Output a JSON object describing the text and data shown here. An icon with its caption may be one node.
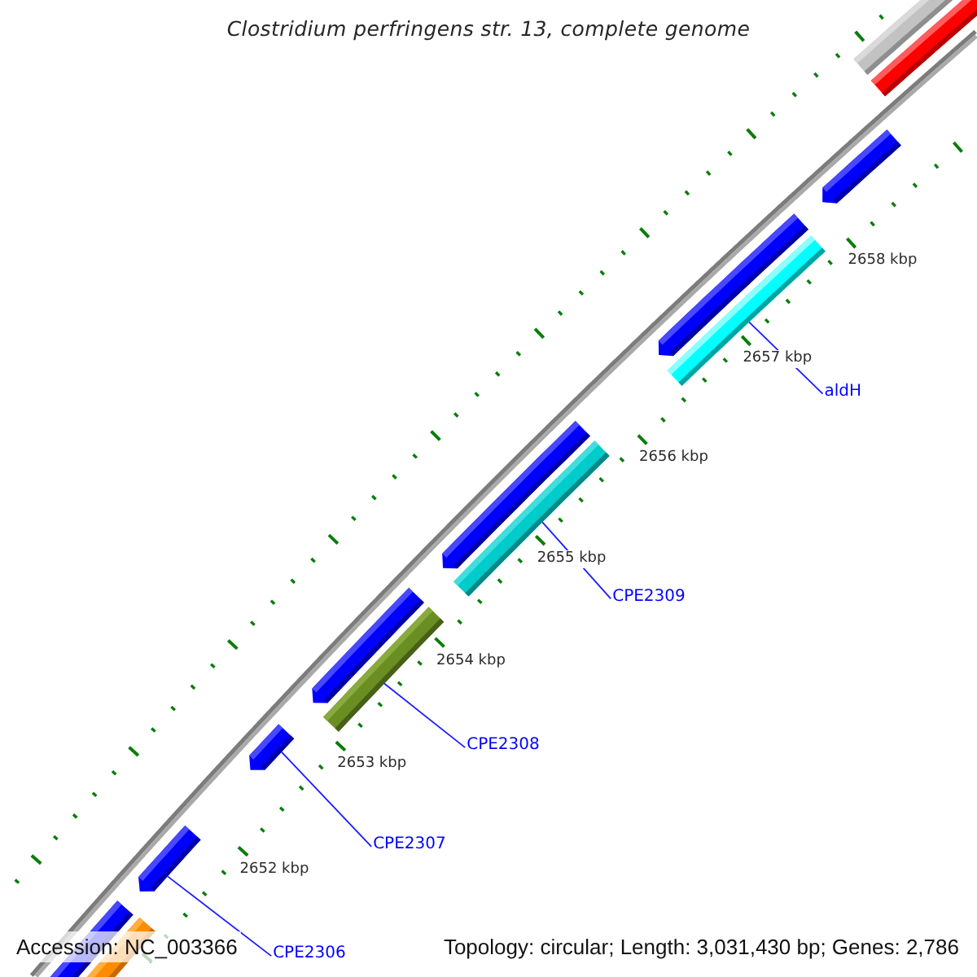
{
  "diagram": {
    "title": "Clostridium perfringens str. 13, complete genome",
    "nodes": [
      {
        "text": [],
        "shape": "bar"
      },
      {
        "text": [],
        "shape": "bar"
      },
      {
        "text": [],
        "shape": "pentagon"
      },
      {
        "text": [],
        "shape": "pentagon"
      },
      {
        "text": [],
        "shape": "bar"
      },
      {
        "text": [
          "aldH"
        ]
      },
      {
        "text": [],
        "shape": "pentagon"
      },
      {
        "text": [],
        "shape": "bar"
      },
      {
        "text": [],
        "shape": "pentagon"
      },
      {
        "text": [
          "CPE2309"
        ]
      },
      {
        "text": [],
        "shape": "bar"
      },
      {
        "text": [],
        "shape": "pentagon"
      },
      {
        "text": [
          "CPE2308"
        ]
      },
      {
        "text": [],
        "shape": "pentagon"
      },
      {
        "text": [
          "CPE2307"
        ]
      },
      {
        "text": [],
        "shape": "bar"
      },
      {
        "text": [],
        "shape": "bar"
      },
      {
        "text": [
          "CPE2306"
        ]
      }
    ],
    "edges": [
      {
        "from": 5,
        "to": 4,
        "arrow": "none"
      },
      {
        "from": 9,
        "to": 7,
        "arrow": "none"
      },
      {
        "from": 12,
        "to": 10,
        "arrow": "none"
      },
      {
        "from": 14,
        "to": 11,
        "arrow": "none"
      },
      {
        "from": 17,
        "to": 13,
        "arrow": "none"
      }
    ],
    "labels": [
      "2658 kbp",
      "2657 kbp",
      "2656 kbp",
      "2655 kbp",
      "2654 kbp",
      "2653 kbp",
      "2652 kbp",
      "Accession: NC_003366",
      "Topology: circular; Length: 3,031,430 bp; Genes: 2,786"
    ]
  }
}
